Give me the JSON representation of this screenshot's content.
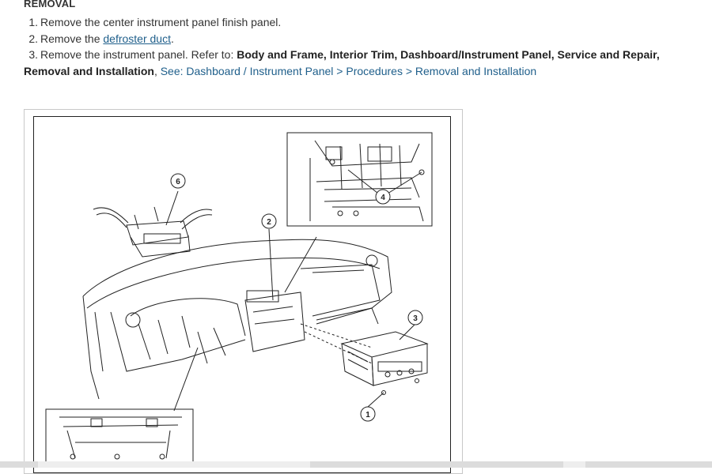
{
  "section": {
    "heading": "REMOVAL"
  },
  "steps": [
    {
      "num": "1.",
      "text": "Remove the center instrument panel finish panel."
    },
    {
      "num": "2.",
      "pre": "Remove the ",
      "link": "defroster duct",
      "post": "."
    },
    {
      "num": "3.",
      "pre": "Remove the instrument panel. Refer to: ",
      "bold": "Body and Frame, Interior Trim, Dashboard/Instrument Panel, Service and Repair, Removal and Installation",
      "post": ", ",
      "see": "See: Dashboard / Instrument Panel > Procedures > Removal and Installation"
    }
  ],
  "figure": {
    "callouts": [
      "1",
      "2",
      "3",
      "4",
      "6"
    ]
  }
}
